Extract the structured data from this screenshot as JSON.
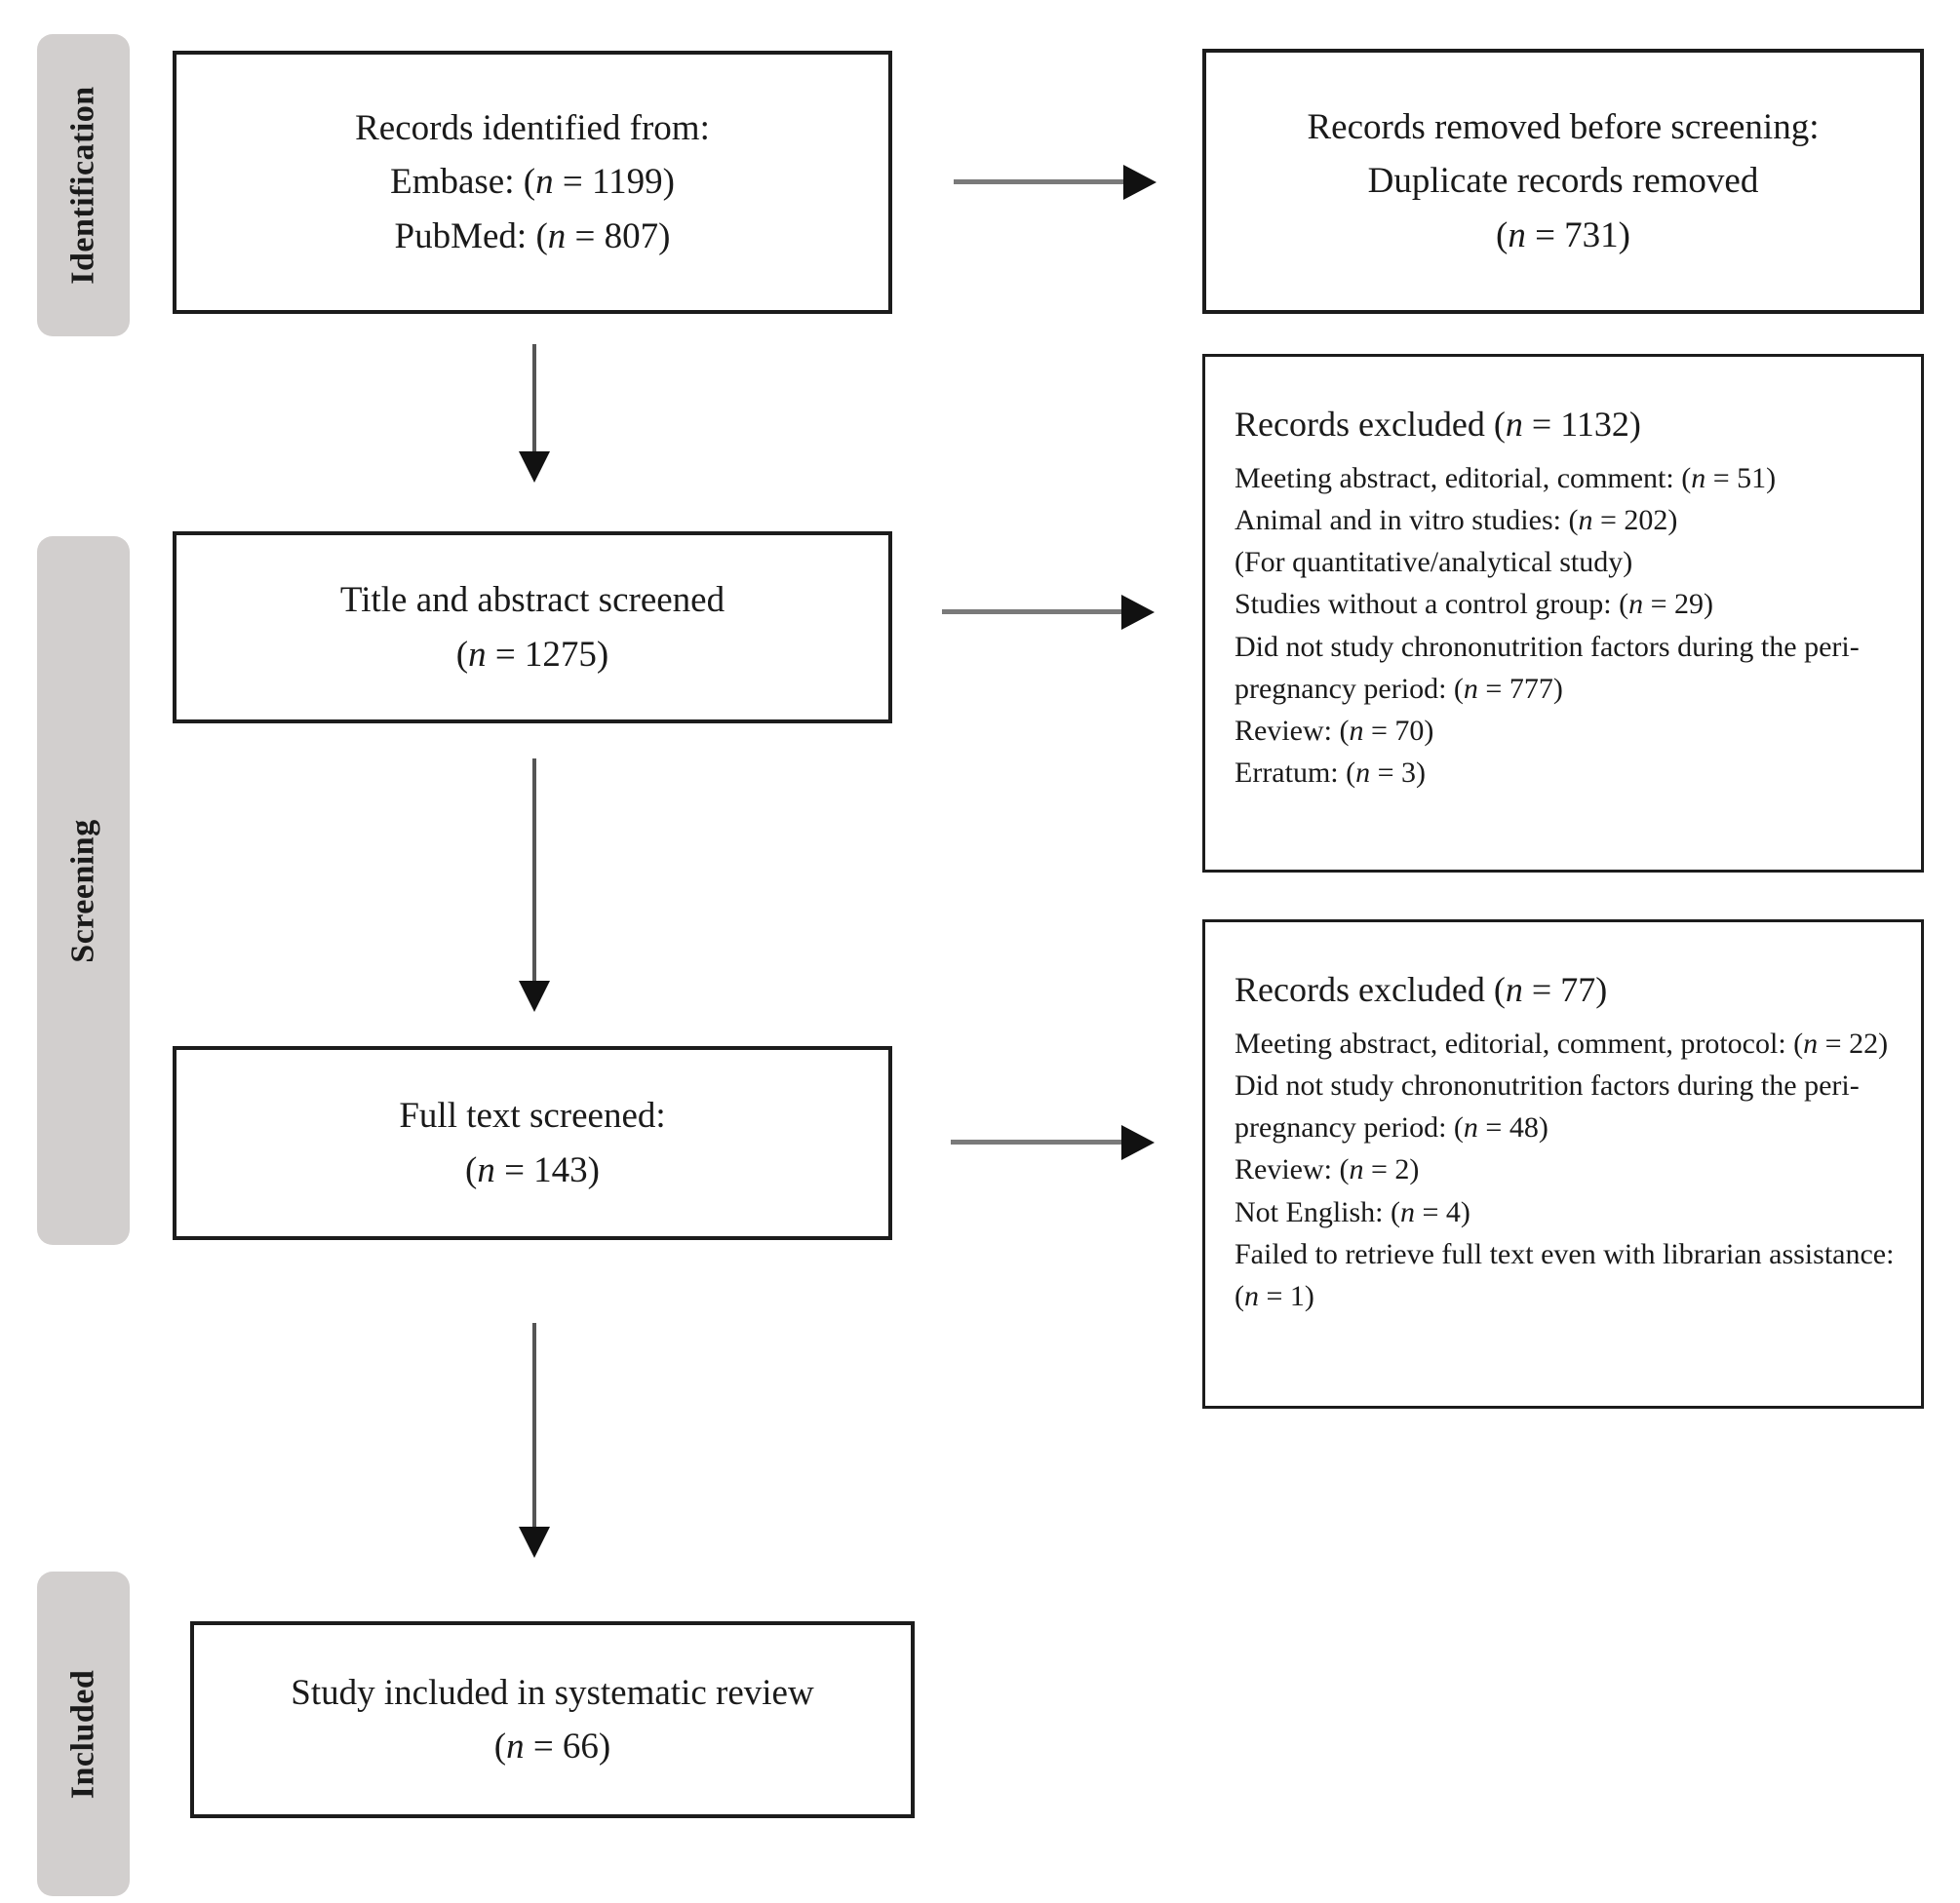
{
  "stage_labels": {
    "identification": "Identification",
    "screening": "Screening",
    "included": "Included"
  },
  "boxes": {
    "records_identified": {
      "lines": [
        "Records identified from:",
        "Embase: (n = 1199)",
        "PubMed: (n = 807)"
      ]
    },
    "records_removed": {
      "lines": [
        "Records removed before screening:",
        "Duplicate records removed",
        "(n = 731)"
      ]
    },
    "title_abstract_screened": {
      "lines": [
        "Title and abstract screened",
        "(n = 1275)"
      ]
    },
    "records_excluded_screening": {
      "heading": "Records excluded (n = 1132)",
      "items": [
        "Meeting abstract, editorial, comment: (n = 51)",
        "Animal and in vitro studies: (n = 202)",
        "(For quantitative/analytical study)",
        "Studies without a control group: (n = 29)",
        "Did not study chrononutrition factors during the peri-pregnancy period: (n = 777)",
        "Review: (n = 70)",
        "Erratum: (n = 3)"
      ]
    },
    "full_text_screened": {
      "lines": [
        "Full text screened:",
        "(n = 143)"
      ]
    },
    "records_excluded_fulltext": {
      "heading": "Records excluded (n = 77)",
      "items": [
        "Meeting abstract, editorial, comment, protocol: (n = 22)",
        "Did not study chrononutrition factors during the peri-pregnancy period: (n = 48)",
        "Review: (n = 2)",
        "Not English: (n = 4)",
        "Failed to retrieve full text even with librarian assistance: (n = 1)"
      ]
    },
    "study_included": {
      "lines": [
        "Study included in systematic review",
        "(n = 66)"
      ]
    }
  },
  "colors": {
    "background": "#ffffff",
    "text": "#1a1a1a",
    "box_border": "#1c1c1c",
    "stage_label_bg": "#d2cfce",
    "arrow_shaft_horizontal": "#7a7a7a",
    "arrow_shaft_vertical": "#555555",
    "arrow_head": "#111111"
  }
}
